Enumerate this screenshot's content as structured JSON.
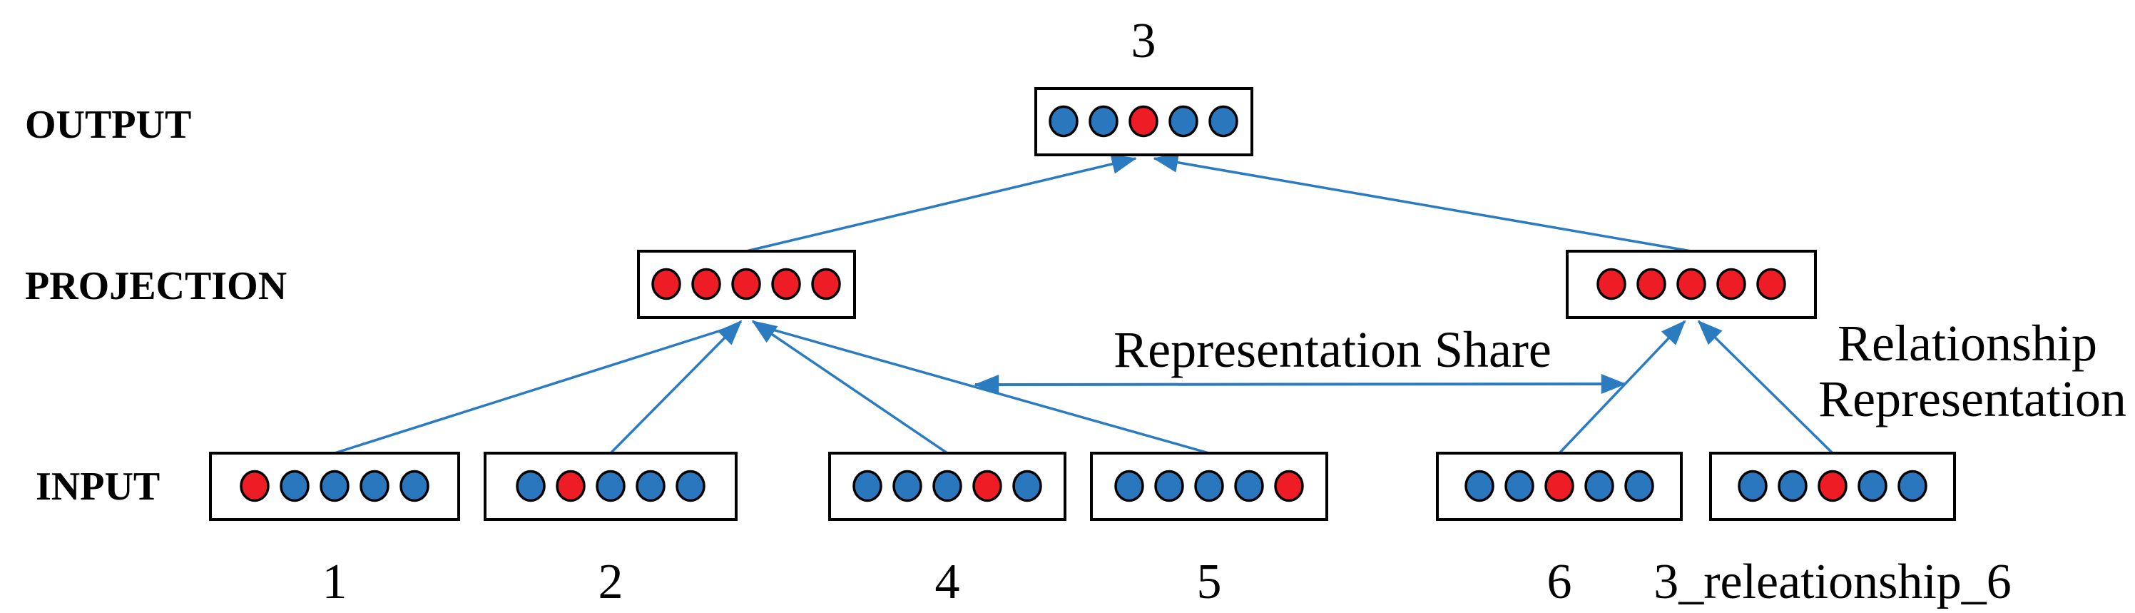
{
  "layers": [
    {
      "label": "OUTPUT"
    },
    {
      "label": "PROJECTION"
    },
    {
      "label": "INPUT"
    }
  ],
  "output_box": {
    "label": "3",
    "cells": [
      "blue",
      "blue",
      "red",
      "blue",
      "blue"
    ]
  },
  "projection_left": {
    "cells": [
      "red",
      "red",
      "red",
      "red",
      "red"
    ]
  },
  "projection_right": {
    "cells": [
      "red",
      "red",
      "red",
      "red",
      "red"
    ]
  },
  "input_boxes": [
    {
      "label": "1",
      "cells": [
        "red",
        "blue",
        "blue",
        "blue",
        "blue"
      ]
    },
    {
      "label": "2",
      "cells": [
        "blue",
        "red",
        "blue",
        "blue",
        "blue"
      ]
    },
    {
      "label": "4",
      "cells": [
        "blue",
        "blue",
        "blue",
        "red",
        "blue"
      ]
    },
    {
      "label": "5",
      "cells": [
        "blue",
        "blue",
        "blue",
        "blue",
        "red"
      ]
    },
    {
      "label": "6",
      "cells": [
        "blue",
        "blue",
        "red",
        "blue",
        "blue"
      ]
    },
    {
      "label": "3_releationship_6",
      "cells": [
        "blue",
        "blue",
        "red",
        "blue",
        "blue"
      ]
    }
  ],
  "annotations": {
    "representation_share": "Representation Share",
    "relationship_line1": "Relationship",
    "relationship_line2": "Representation"
  },
  "colors": {
    "node_red": "#ee1c24",
    "node_blue": "#2b77be",
    "arrow_blue": "#2b7bc0",
    "box_border": "#000000",
    "node_border": "#000000",
    "text_color": "#000000"
  }
}
